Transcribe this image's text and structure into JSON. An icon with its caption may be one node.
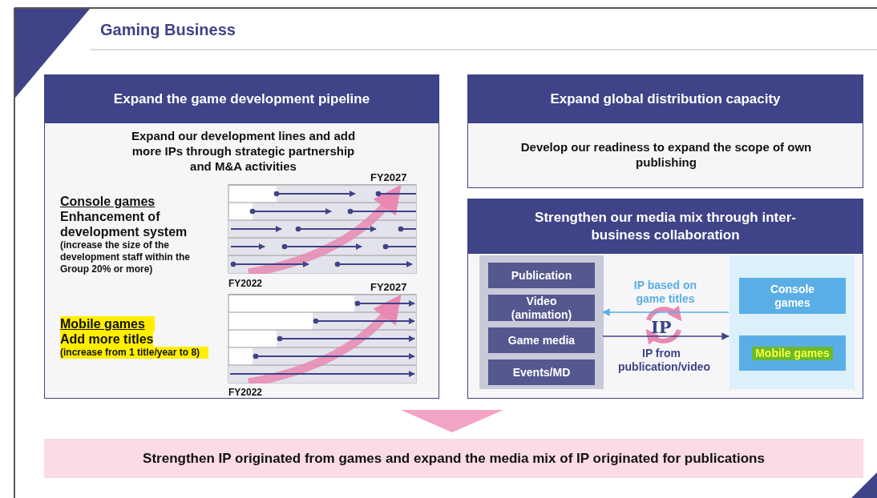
{
  "diagram": {
    "title": "Gaming Business",
    "nodes": [
      {
        "text": [
          "Expand the game development pipeline",
          "Expand our development lines and add more IPs through strategic partnership and M&A activities"
        ]
      },
      {
        "text": [
          "Expand global distribution capacity",
          "Develop our readiness to expand the scope of own publishing"
        ]
      },
      {
        "text": [
          "Strengthen our media mix through inter-business collaboration"
        ]
      },
      {
        "text": [],
        "shape": "box",
        "in": 2
      },
      {
        "text": [
          "Publication"
        ],
        "in": 3
      },
      {
        "text": [
          "Video (animation)"
        ],
        "in": 3
      },
      {
        "text": [
          "Game media"
        ],
        "in": 3
      },
      {
        "text": [
          "Events/MD"
        ],
        "in": 3
      },
      {
        "text": [],
        "shape": "box",
        "in": 2
      },
      {
        "text": [
          "Console games"
        ],
        "in": 8
      },
      {
        "text": [
          "Mobile games"
        ],
        "in": 8
      },
      {
        "text": [
          "Strengthen IP originated from games and expand the media mix of IP originated for publications"
        ]
      }
    ],
    "edges": [
      {
        "from": 8,
        "to": 3,
        "arrow": "to",
        "label": "IP based on game titles",
        "color": "#5aaee6"
      },
      {
        "from": 3,
        "to": 8,
        "arrow": "to",
        "label": "IP from publication/video",
        "color": "#3f4387"
      },
      {
        "from": null,
        "to": 11,
        "arrow": "to",
        "style": "thick",
        "color": "#f2a3c6"
      }
    ],
    "labels": [
      "FY2027",
      "Console games",
      "Enhancement of development system",
      "(increase the size of the development staff within the Group 20% or more)",
      "FY2022",
      "FY2027",
      "Mobile games",
      "Add more titles",
      "(increase from 1 title/year to 8)",
      "FY2022",
      "IP"
    ]
  }
}
